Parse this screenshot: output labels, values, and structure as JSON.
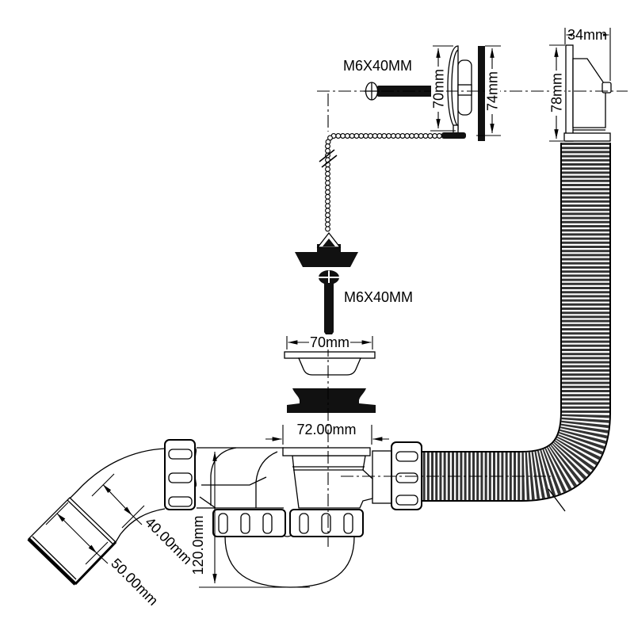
{
  "diagram": {
    "subject": "bath-waste-overflow-exploded-assembly-drawing",
    "labels": {
      "top_screw": "M6X40MM",
      "cover_height": "70mm",
      "gasket_height": "74mm",
      "elbow_width": "34mm",
      "elbow_height": "78mm",
      "mid_screw": "M6X40MM",
      "strainer_width": "70mm",
      "flange_width": "72.00mm",
      "outlet_bore": "40.00mm",
      "outlet_od": "50.00mm",
      "trap_height": "120.0mm"
    },
    "colors": {
      "line": "#000000",
      "solid_fill": "#111111",
      "background": "#ffffff",
      "corrugation": "#333333"
    }
  }
}
